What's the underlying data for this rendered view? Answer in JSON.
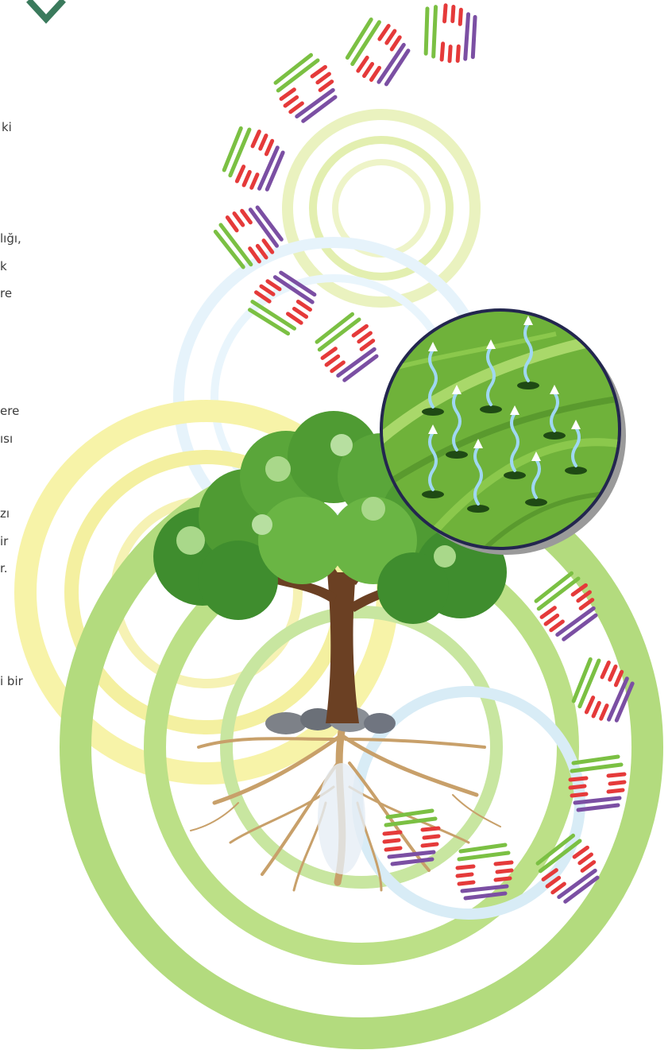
{
  "text_fragments": [
    "ki",
    "lığı,",
    "k",
    "re",
    "ere",
    "ısı",
    "zı",
    "ir",
    "r.",
    "i bir"
  ],
  "colors": {
    "background": "#ffffff",
    "logo_green": "#3a7a5c",
    "ring_green": "#8cc63f",
    "ring_yellow": "#f2ec6a",
    "ring_blue": "#bfe0f3",
    "leaf_green": "#4f9b33",
    "trunk_brown": "#6b4023",
    "root_tan": "#c8a06a",
    "circle_border": "#23264f",
    "molecule_red": "#e53a3a",
    "molecule_green": "#7bc043",
    "molecule_purple": "#7b4fa3",
    "vapor_blue": "#9fd7f2"
  },
  "icons": [
    "chevron-down-icon",
    "tree-illustration",
    "leaf-closeup-icon",
    "molecule-icon",
    "water-vapor-icon"
  ]
}
